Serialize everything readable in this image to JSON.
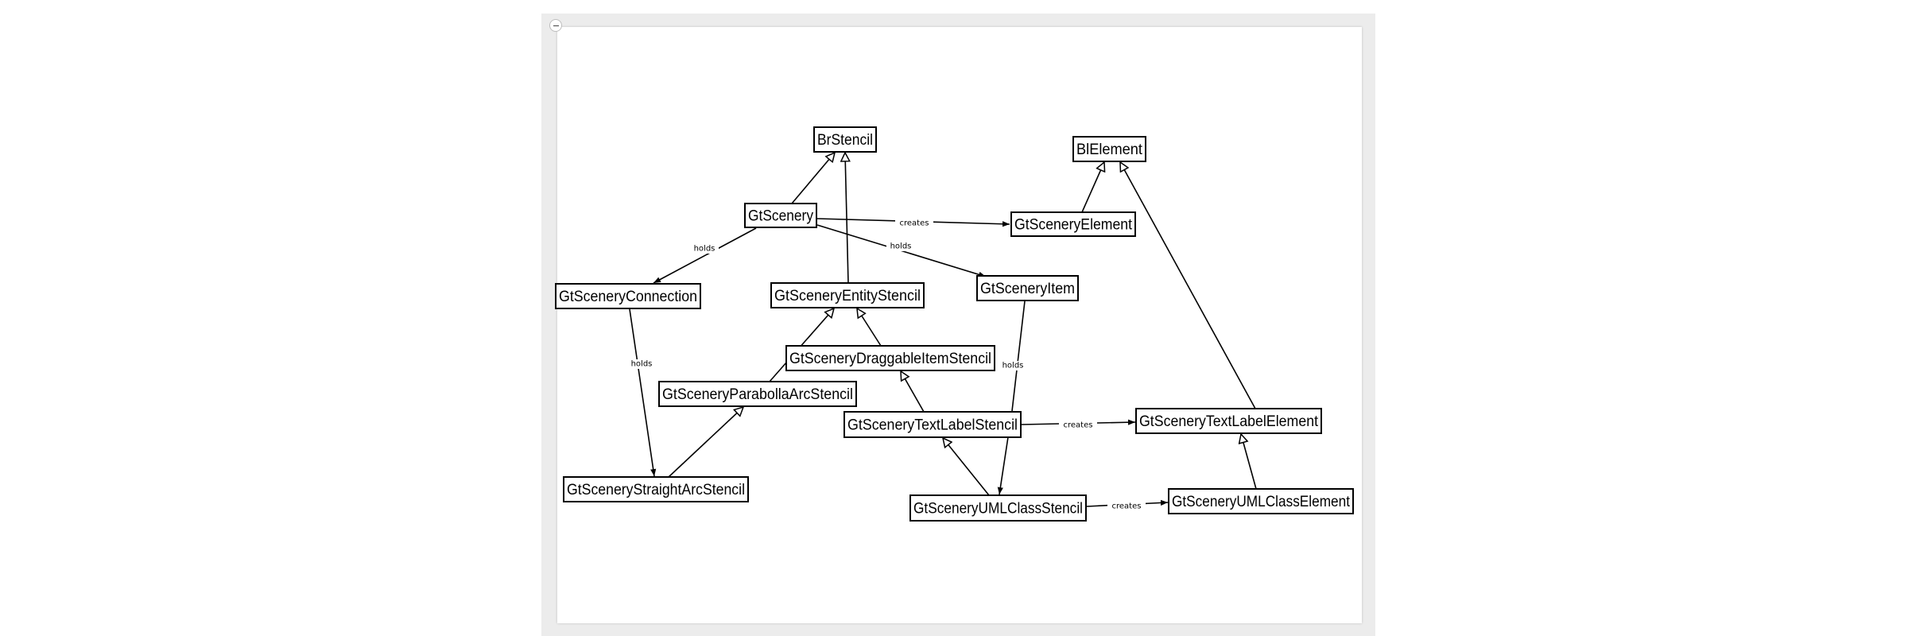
{
  "diagram": {
    "nodes": [
      {
        "id": "brstencil",
        "label": "BrStencil"
      },
      {
        "id": "blelement",
        "label": "BlElement"
      },
      {
        "id": "gtscenery",
        "label": "GtScenery"
      },
      {
        "id": "gtsceneryelement",
        "label": "GtSceneryElement"
      },
      {
        "id": "gtsceneryconnection",
        "label": "GtSceneryConnection"
      },
      {
        "id": "gtsceneryentitystencil",
        "label": "GtSceneryEntityStencil"
      },
      {
        "id": "gtsceneryitem",
        "label": "GtSceneryItem"
      },
      {
        "id": "gtscenerydraggableitemstencil",
        "label": "GtSceneryDraggableItemStencil"
      },
      {
        "id": "gtsceneryparabollaarcstencil",
        "label": "GtSceneryParabollaArcStencil"
      },
      {
        "id": "gtscenerytextlabelstencil",
        "label": "GtSceneryTextLabelStencil"
      },
      {
        "id": "gtscenerytextlabelelement",
        "label": "GtSceneryTextLabelElement"
      },
      {
        "id": "gtscenerystraightarcstencil",
        "label": "GtSceneryStraightArcStencil"
      },
      {
        "id": "gtsceneryumlclassstencil",
        "label": "GtSceneryUMLClassStencil"
      },
      {
        "id": "gtsceneryumlclasselement",
        "label": "GtSceneryUMLClassElement"
      }
    ],
    "edges": [
      {
        "from": "gtscenery",
        "to": "brstencil",
        "kind": "inherits",
        "label": ""
      },
      {
        "from": "gtsceneryentitystencil",
        "to": "brstencil",
        "kind": "inherits",
        "label": ""
      },
      {
        "from": "gtsceneryelement",
        "to": "blelement",
        "kind": "inherits",
        "label": ""
      },
      {
        "from": "gtscenerytextlabelelement",
        "to": "blelement",
        "kind": "inherits",
        "label": ""
      },
      {
        "from": "gtscenery",
        "to": "gtsceneryelement",
        "kind": "association",
        "label": "creates"
      },
      {
        "from": "gtscenery",
        "to": "gtsceneryconnection",
        "kind": "association",
        "label": "holds"
      },
      {
        "from": "gtscenery",
        "to": "gtsceneryitem",
        "kind": "association",
        "label": "holds"
      },
      {
        "from": "gtsceneryconnection",
        "to": "gtscenerystraightarcstencil",
        "kind": "association",
        "label": "holds"
      },
      {
        "from": "gtsceneryparabollaarcstencil",
        "to": "gtsceneryentitystencil",
        "kind": "inherits",
        "label": ""
      },
      {
        "from": "gtscenerydraggableitemstencil",
        "to": "gtsceneryentitystencil",
        "kind": "inherits",
        "label": ""
      },
      {
        "from": "gtscenerytextlabelstencil",
        "to": "gtscenerydraggableitemstencil",
        "kind": "inherits",
        "label": ""
      },
      {
        "from": "gtscenerystraightarcstencil",
        "to": "gtsceneryparabollaarcstencil",
        "kind": "inherits",
        "label": ""
      },
      {
        "from": "gtsceneryitem",
        "to": "gtsceneryumlclassstencil",
        "kind": "association",
        "label": "holds"
      },
      {
        "from": "gtscenerytextlabelstencil",
        "to": "gtscenerytextlabelelement",
        "kind": "association",
        "label": "creates"
      },
      {
        "from": "gtsceneryumlclassstencil",
        "to": "gtscenerytextlabelstencil",
        "kind": "inherits",
        "label": ""
      },
      {
        "from": "gtsceneryumlclassstencil",
        "to": "gtsceneryumlclasselement",
        "kind": "association",
        "label": "creates"
      },
      {
        "from": "gtsceneryumlclasselement",
        "to": "gtscenerytextlabelelement",
        "kind": "inherits",
        "label": ""
      }
    ]
  }
}
